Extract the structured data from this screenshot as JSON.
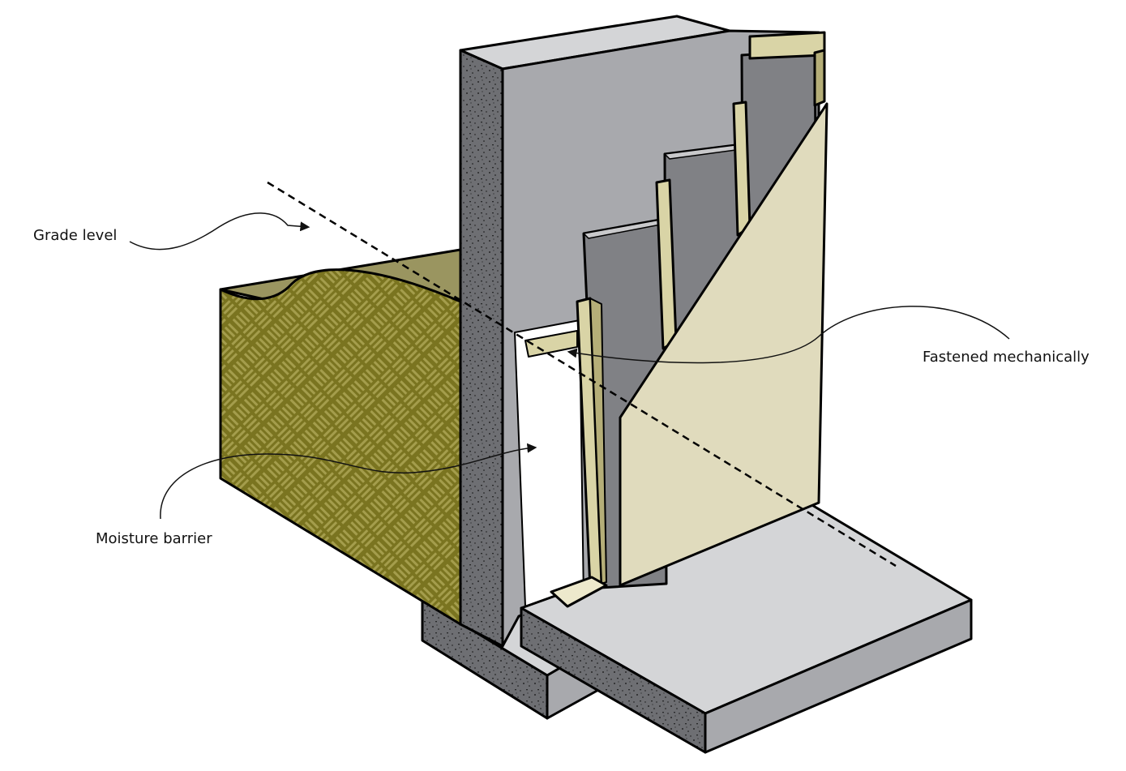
{
  "labels": {
    "grade_level": "Grade level",
    "fastened_mechanically": "Fastened mechanically",
    "moisture_barrier": "Moisture barrier"
  },
  "colors": {
    "concrete_face": "#a8a9ad",
    "concrete_top": "#d4d5d7",
    "concrete_section": "#6e6f73",
    "soil": "#7a7420",
    "soil_top": "#9a9560",
    "insulation": "#808185",
    "stud": "#d9d4a6",
    "stud_shade": "#b5ae78",
    "drywall": "#e0dbbd"
  }
}
